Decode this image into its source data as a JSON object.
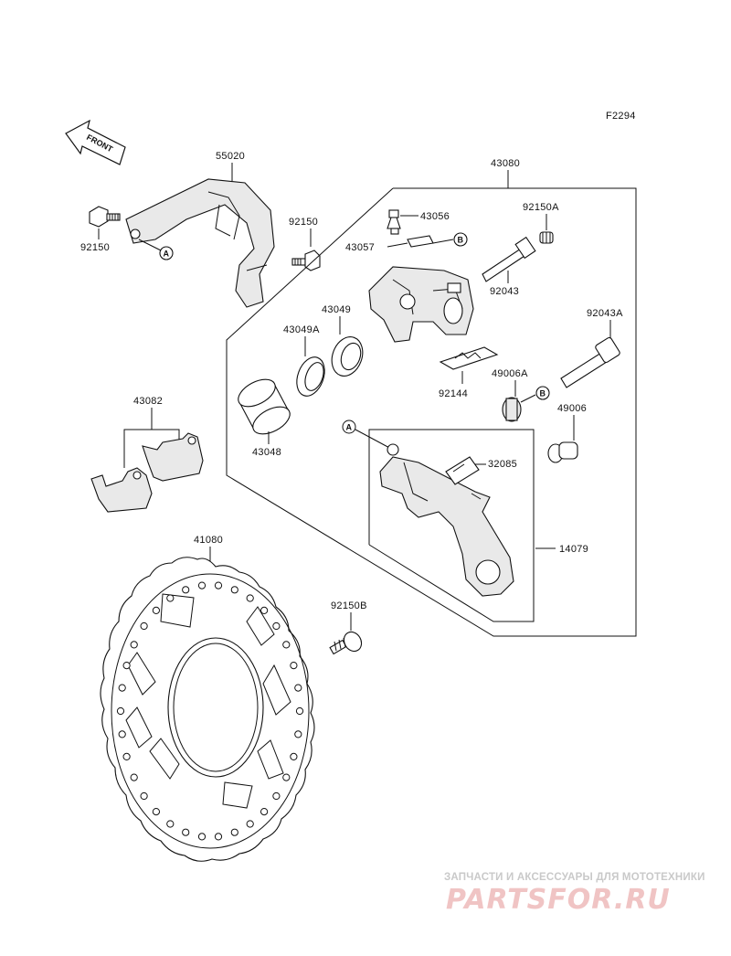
{
  "figure_code": "F2294",
  "front_arrow_label": "FRONT",
  "callouts": {
    "a": "A",
    "b": "B"
  },
  "parts": {
    "p55020": "55020",
    "p92150_bolt": "92150",
    "p92150_bracket": "92150",
    "p43080": "43080",
    "p43056": "43056",
    "p43057": "43057",
    "p92150A": "92150A",
    "p92043": "92043",
    "p43049": "43049",
    "p43049A": "43049A",
    "p92043A": "92043A",
    "p49006A": "49006A",
    "p92144": "92144",
    "p43082": "43082",
    "p43048": "43048",
    "p49006": "49006",
    "p32085": "32085",
    "p14079": "14079",
    "p41080": "41080",
    "p92150B": "92150B"
  },
  "watermark": {
    "caption": "ЗАПЧАСТИ И АКСЕССУАРЫ ДЛЯ МОТОТЕХНИКИ",
    "logo": "PARTSFOR.RU"
  }
}
